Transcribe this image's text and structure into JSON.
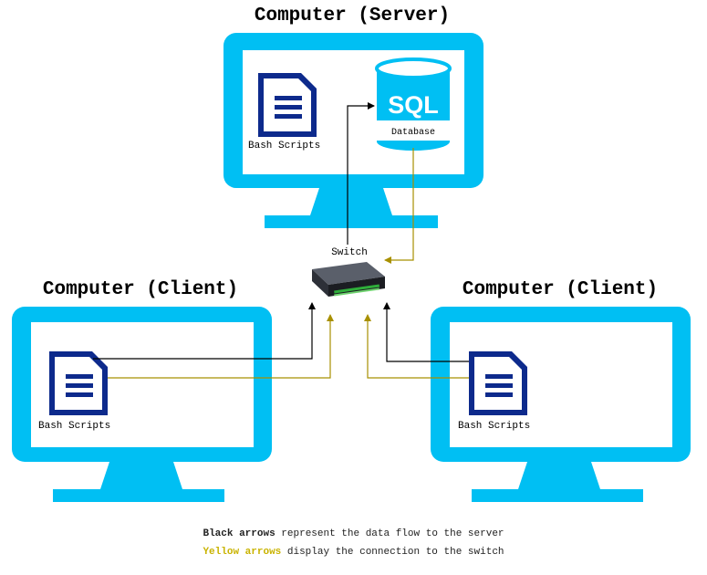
{
  "server": {
    "title": "Computer (Server)",
    "scripts_label": "Bash Scripts",
    "db_title": "SQL",
    "db_label": "Database"
  },
  "switch": {
    "label": "Switch"
  },
  "client_left": {
    "title": "Computer (Client)",
    "scripts_label": "Bash Scripts"
  },
  "client_right": {
    "title": "Computer (Client)",
    "scripts_label": "Bash Scripts"
  },
  "legend": {
    "black_strong": "Black arrows",
    "black_rest": " represent the data flow to the server",
    "yellow_strong": "Yellow arrows",
    "yellow_rest": " display the connection to the switch"
  },
  "colors": {
    "monitor": "#00bff3",
    "document": "#0d2a8c",
    "black_arrow": "#000000",
    "yellow_arrow": "#a89000"
  }
}
